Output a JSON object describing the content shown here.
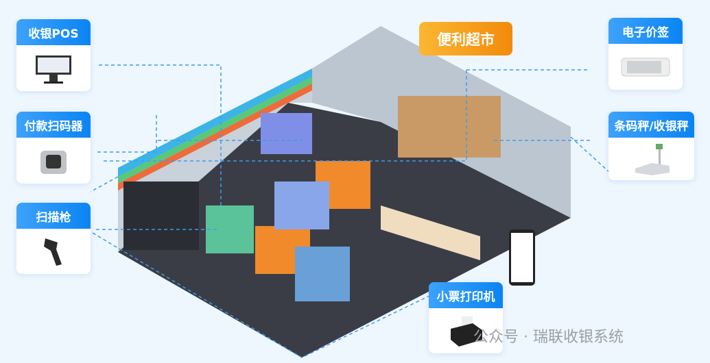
{
  "title": "便利超市",
  "devices": {
    "pos": "收银POS",
    "scanner_pay": "付款扫码器",
    "scan_gun": "扫描枪",
    "esl": "电子价签",
    "scale": "条码秤/收银秤",
    "printer": "小票打印机"
  },
  "watermark": "公众号 · 瑞联收银系统"
}
